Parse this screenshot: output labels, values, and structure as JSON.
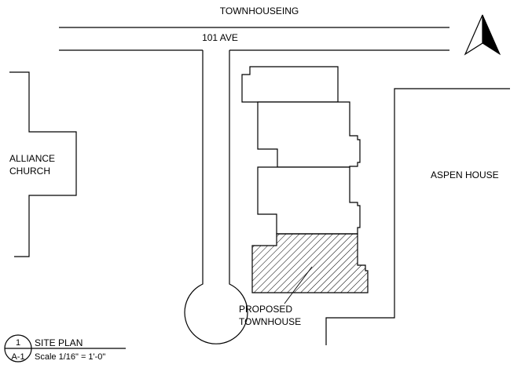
{
  "labels": {
    "top_street": "TOWNHOUSEING",
    "avenue": "101 AVE",
    "left_parcel_line1": "ALLIANCE",
    "left_parcel_line2": "CHURCH",
    "right_parcel": "ASPEN HOUSE",
    "proposed_line1": "PROPOSED",
    "proposed_line2": "TOWNHOUSE"
  },
  "title_block": {
    "detail_number": "1",
    "sheet_number": "A-1",
    "title": "SITE PLAN",
    "scale": "Scale 1/16\" = 1'-0\""
  },
  "icons": {
    "north_arrow": "north-arrow-icon"
  }
}
